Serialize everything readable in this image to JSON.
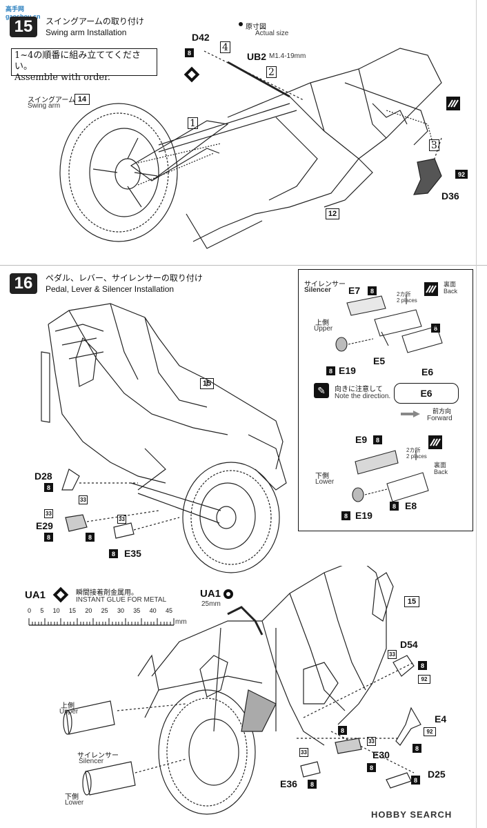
{
  "watermark_top": "高手网 gaoshou.cn",
  "step15": {
    "number": "15",
    "title_jp": "スイングアームの取り付け",
    "title_en": "Swing arm Installation",
    "note_jp": "1~4の順番に組み立ててください。",
    "note_en": "Assemble with order.",
    "swing_arm_jp": "スイングアーム",
    "swing_arm_en": "Swing arm",
    "swing_arm_ref": "14",
    "actual_jp": "原寸図",
    "actual_en": "Actual size",
    "parts": {
      "d42": "D42",
      "ub2": "UB2",
      "ub2_size": "M1.4-19mm",
      "d36": "D36",
      "ref12": "12",
      "paint8": "8",
      "paint92": "92"
    },
    "order": [
      "1",
      "2",
      "3",
      "4"
    ]
  },
  "step16": {
    "number": "16",
    "title_jp": "ペダル、レバー、サイレンサーの取り付け",
    "title_en": "Pedal, Lever & Silencer Installation",
    "ref15": "15",
    "parts_left": {
      "d28": "D28",
      "e29": "E29",
      "e35": "E35",
      "c8": "8",
      "c33": "33"
    },
    "silencer_panel": {
      "title_jp": "サイレンサー",
      "title_en": "Silencer",
      "upper_jp": "上側",
      "upper_en": "Upper",
      "lower_jp": "下側",
      "lower_en": "Lower",
      "places_jp": "2カ所",
      "places_en": "2 places",
      "back_jp": "裏面",
      "back_en": "Back",
      "direction_jp": "向きに注意して",
      "direction_en": "Note the direction.",
      "e6_label": "E6",
      "forward_jp": "前方向",
      "forward_en": "Forward",
      "parts": {
        "e7": "E7",
        "e19": "E19",
        "e5": "E5",
        "e6": "E6",
        "e9": "E9",
        "e8": "E8",
        "c8": "8"
      }
    },
    "glue": {
      "code": "UA1",
      "jp": "瞬間接着剤金属用。",
      "en": "INSTANT GLUE  FOR METAL",
      "ruler_ticks": [
        "0",
        "5",
        "10",
        "15",
        "20",
        "25",
        "30",
        "35",
        "40",
        "45"
      ],
      "ruler_unit": "mm",
      "wire_code": "UA1",
      "wire_len": "25mm"
    },
    "bottom": {
      "ref15": "15",
      "d54": "D54",
      "e4": "E4",
      "e30": "E30",
      "e36": "E36",
      "d25": "D25",
      "c8": "8",
      "c33": "33",
      "c92": "92",
      "upper_jp": "上側",
      "upper_en": "Upper",
      "silencer_jp": "サイレンサー",
      "silencer_en": "Silencer",
      "lower_jp": "下側",
      "lower_en": "Lower"
    }
  },
  "footer_watermark": "HOBBY SEARCH",
  "colors": {
    "ink": "#111111",
    "paper": "#ffffff",
    "gray": "#8a8a8a"
  }
}
